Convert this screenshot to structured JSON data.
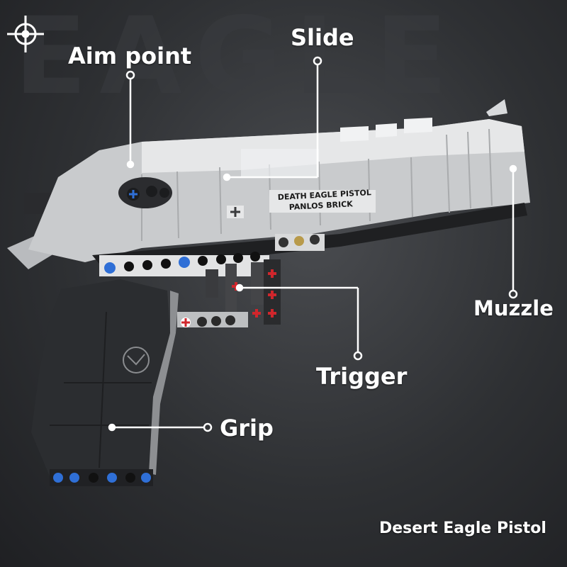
{
  "background_word": "EAGLE",
  "labels": {
    "aim_point": "Aim point",
    "slide": "Slide",
    "muzzle": "Muzzle",
    "trigger": "Trigger",
    "grip": "Grip"
  },
  "engraving": {
    "line1": "DEATH EAGLE PISTOL",
    "line2": "PANLOS BRICK"
  },
  "caption": "Desert Eagle Pistol",
  "icons": {
    "corner": "crosshair-icon"
  },
  "colors": {
    "label_text": "#ffffff",
    "slide_body": "#c8cacc",
    "grip_body": "#2b2d30",
    "pin_red": "#d0262c",
    "pin_blue": "#2f6fd6"
  }
}
